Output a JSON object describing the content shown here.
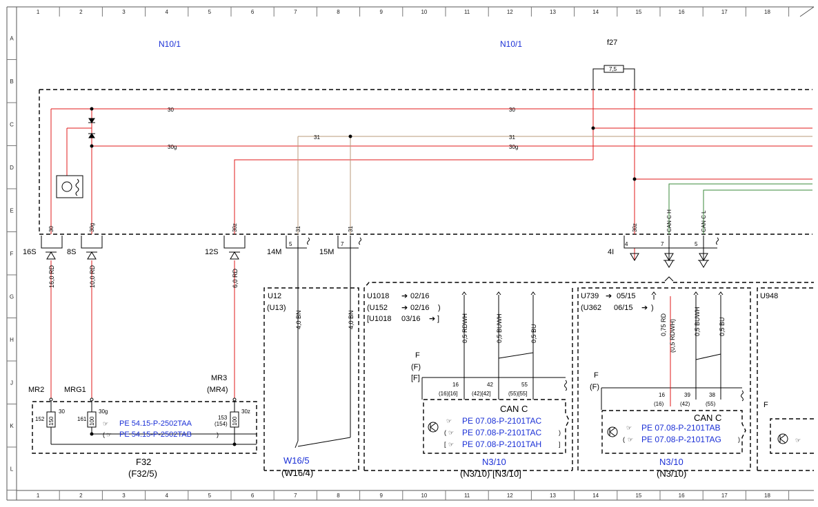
{
  "frame": {
    "columns": [
      "1",
      "2",
      "3",
      "4",
      "5",
      "6",
      "7",
      "8",
      "9",
      "10",
      "11",
      "12",
      "13",
      "14",
      "15",
      "16",
      "17",
      "18"
    ],
    "rows": [
      "A",
      "B",
      "C",
      "D",
      "E",
      "F",
      "G",
      "H",
      "J",
      "K",
      "L"
    ]
  },
  "colors": {
    "red_wire": "#e01818",
    "brown_wire": "#b89a7a",
    "green_wire": "#3a8a3a",
    "reference_blue": "#1a2fd6"
  },
  "top": {
    "n10_left": "N10/1",
    "n10_right": "N10/1",
    "fuse_label": "f27",
    "fuse_value": "7,5"
  },
  "wires": {
    "w30_left": "30",
    "w30_right": "30",
    "w31_left": "31",
    "w31_right": "31",
    "w30g_left": "30g",
    "w30g_right": "30g"
  },
  "pins": {
    "p30": "30",
    "p30g": "30g",
    "p30z_left": "30z",
    "p31a": "31",
    "p31b": "31",
    "p30z_right": "30z",
    "can_h": "CAN C H",
    "can_l": "CAN C L"
  },
  "connectors": {
    "c16s": "16S",
    "c8s": "8S",
    "c12s": "12S",
    "c14m": "14M",
    "c14m_pin": "5",
    "c15m": "15M",
    "c15m_pin": "7",
    "c4i": "4I",
    "c4i_pin4": "4",
    "c4i_pin7": "7",
    "c4i_pin5": "5"
  },
  "cables": {
    "c1": "16,0 RD",
    "c2": "10,0 RD",
    "c3": "6,0 RD",
    "c4": "4,0 BN",
    "c5": "4,0 BN",
    "c6": "0,5 RDWH",
    "c7": "0,5 BUWH",
    "c8": "0,5 BU",
    "c9": "0,75 RD",
    "c10": "(0,5 RDWH)",
    "c11": "0,5 BUWH",
    "c12": "0,5 BU"
  },
  "f32": {
    "mr2": "MR2",
    "mrg1": "MRG1",
    "mr3": "MR3",
    "mr4": "(MR4)",
    "fuse_152": "152",
    "fuse_152_val": "150",
    "pin_30": "30",
    "fuse_161": "161",
    "fuse_161_val": "100",
    "pin_30g": "30g",
    "fuse_153": "153",
    "fuse_154": "(154)",
    "fuse_153_val": "100",
    "pin_30z": "30z",
    "ref1": "PE 54.15-P-2502TAA",
    "ref2": "PE 54.15-P-2502TAB",
    "ref2_close": ")",
    "ref2_open": "(",
    "name": "F32",
    "alt": "(F32/5)"
  },
  "w16": {
    "u12": "U12",
    "u13": "(U13)",
    "name": "W16/5",
    "alt": "(W16/4)"
  },
  "n3_mid": {
    "u1": "U1018",
    "d1": "02/16",
    "u2": "(U152",
    "d2": "02/16",
    "d2_close": ")",
    "u3": "[U1018",
    "d3": "03/16",
    "d3_close": "]",
    "f1": "F",
    "f2": "(F)",
    "f3": "[F]",
    "pin16": "16",
    "pin16_alt": "(16)[16]",
    "pin42": "42",
    "pin42_alt": "(42)[42]",
    "pin55": "55",
    "pin55_alt": "(55)[55]",
    "can": "CAN C",
    "ref1": "PE 07.08-P-2101TAC",
    "ref2": "PE 07.08-P-2101TAC",
    "ref3": "PE 07.08-P-2101TAH",
    "open2": "(",
    "close2": ")",
    "open3": "[",
    "close3": "]",
    "name": "N3/10",
    "alt": "(N3/10) [N3/10]"
  },
  "n3_right": {
    "u1": "U739",
    "d1": "05/15",
    "u2": "(U362",
    "d2": "06/15",
    "d2_close": ")",
    "f1": "F",
    "f2": "(F)",
    "pin16": "16",
    "pin16_alt": "(16)",
    "pin39": "39",
    "pin39_alt": "(42)",
    "pin38": "38",
    "pin38_alt": "(55)",
    "can": "CAN C",
    "ref1": "PE 07.08-P-2101TAB",
    "ref2": "PE 07.08-P-2101TAG",
    "open2": "(",
    "close2": ")",
    "name": "N3/10",
    "alt": "(N3/10)"
  },
  "far_right": {
    "u948": "U948",
    "f": "F"
  }
}
